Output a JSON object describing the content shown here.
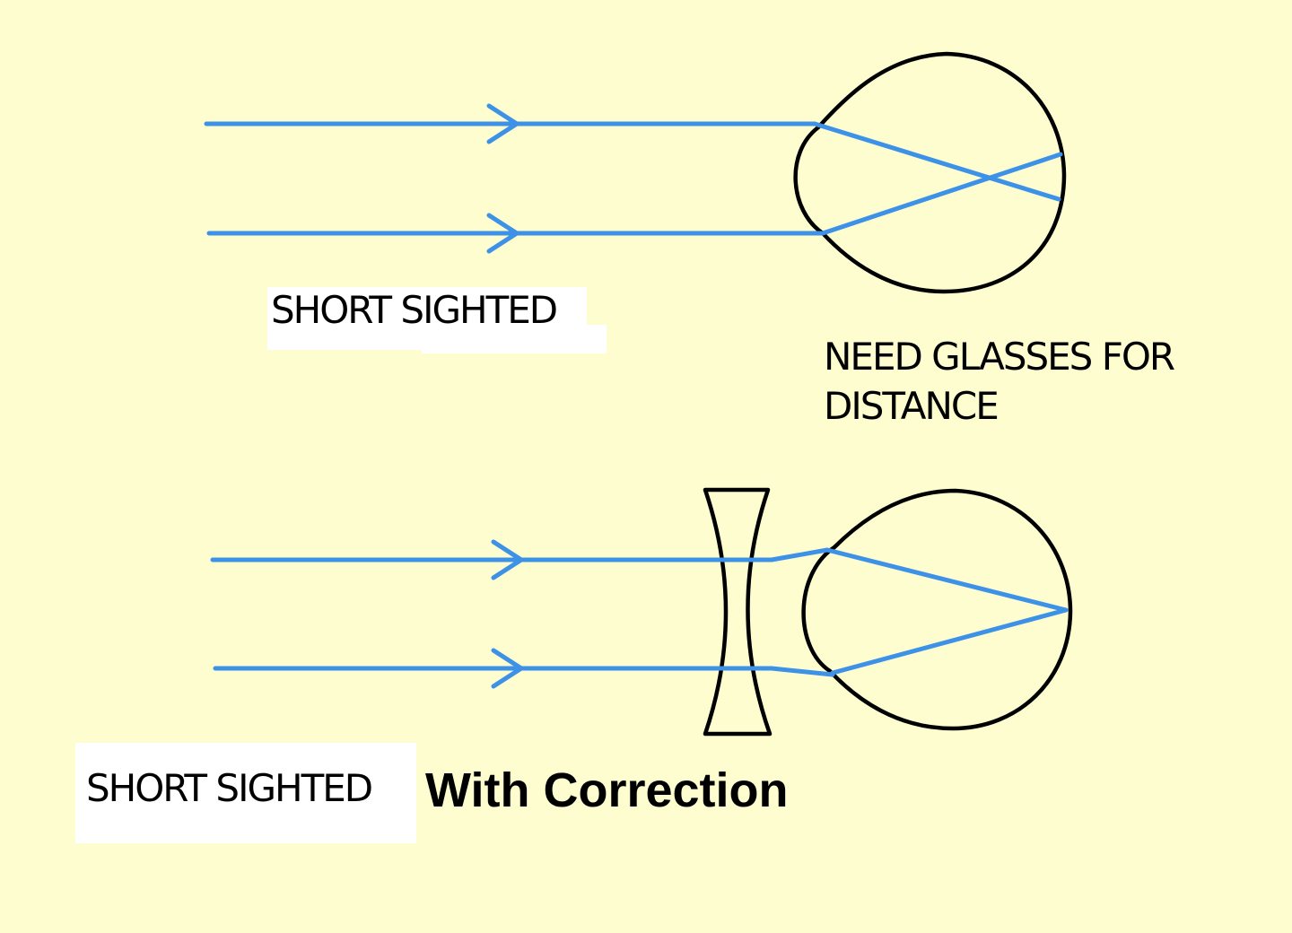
{
  "colors": {
    "background": "#fdfdcf",
    "ray": "#3d92e8",
    "outline": "#000000",
    "label_patch": "#ffffff"
  },
  "diagram": {
    "top": {
      "label": "SHORT SIGHTED",
      "note": "NEED GLASSES FOR DISTANCE",
      "note_line1": "NEED GLASSES FOR",
      "note_line2": "DISTANCE"
    },
    "bottom": {
      "label": "SHORT SIGHTED",
      "caption": "With Correction"
    }
  }
}
